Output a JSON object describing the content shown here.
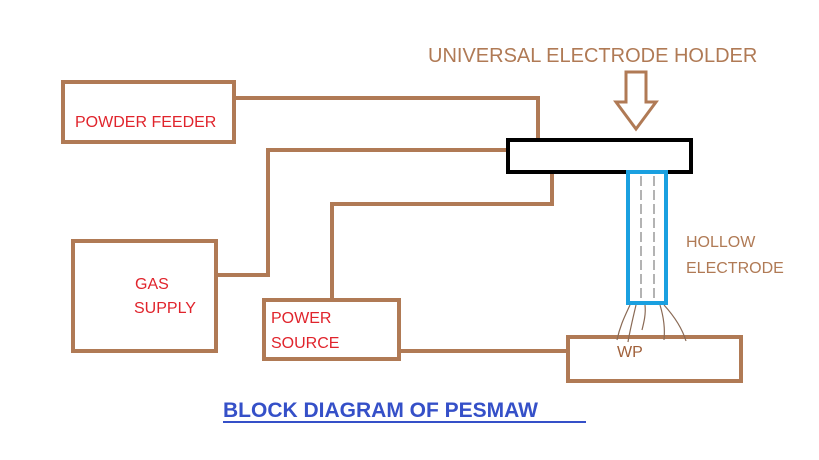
{
  "diagram": {
    "title": "BLOCK DIAGRAM OF PESMAW",
    "holder_label": "UNIVERSAL ELECTRODE HOLDER",
    "electrode_label": {
      "line1": "HOLLOW",
      "line2": "ELECTRODE"
    },
    "blocks": {
      "powder_feeder": "POWDER FEEDER",
      "gas_supply_line1": "GAS",
      "gas_supply_line2": "SUPPLY",
      "power_source_line1": "POWER",
      "power_source_line2": "SOURCE",
      "workpiece": "WP"
    },
    "colors": {
      "outline": "#b07a55",
      "block_text": "#e0242c",
      "holder_outline": "#000000",
      "electrode": "#1aa0e0",
      "title": "#3550c8"
    }
  }
}
